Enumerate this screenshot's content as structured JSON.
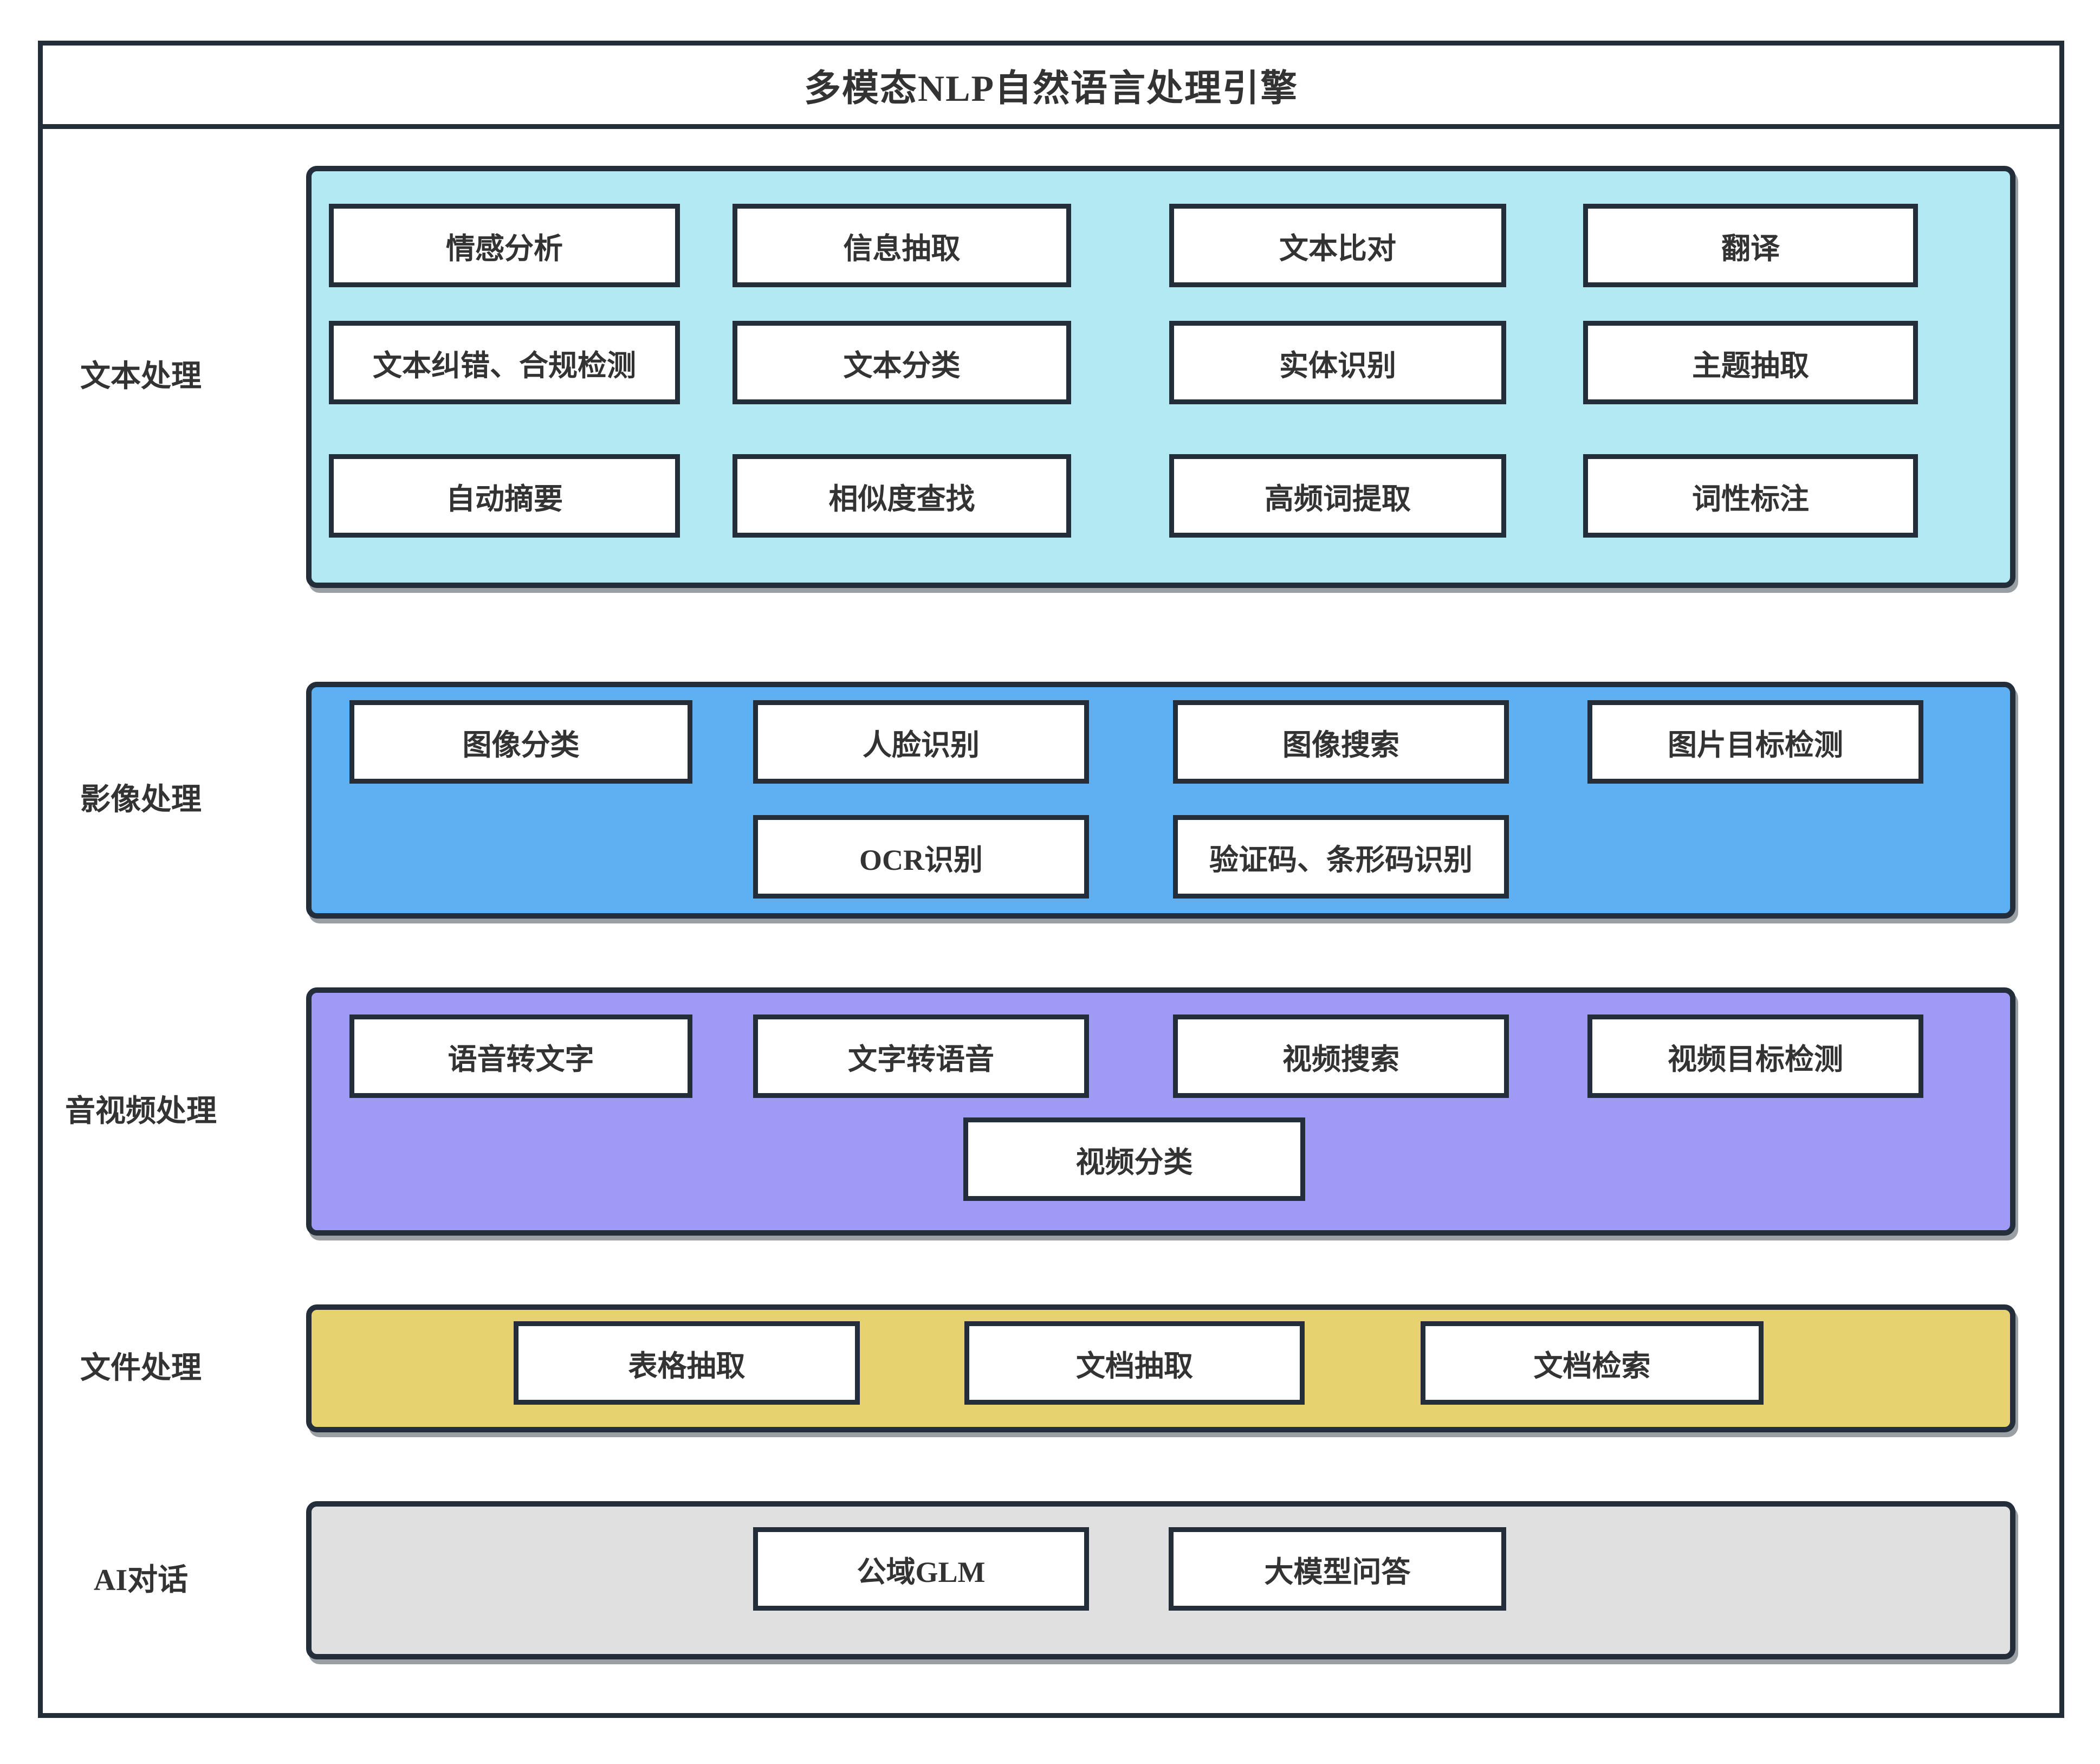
{
  "title": "多模态NLP自然语言处理引擎",
  "colors": {
    "outline": "#232e3a",
    "text": "#333333",
    "box_background": "#ffffff",
    "canvas_background": "#ffffff"
  },
  "sections": [
    {
      "label": "文本处理",
      "color": "#b2e9f2",
      "rows": [
        [
          "情感分析",
          "信息抽取",
          "文本比对",
          "翻译"
        ],
        [
          "文本纠错、合规检测",
          "文本分类",
          "实体识别",
          "主题抽取"
        ],
        [
          "自动摘要",
          "相似度查找",
          "高频词提取",
          "词性标注"
        ]
      ]
    },
    {
      "label": "影像处理",
      "color": "#5fb0f2",
      "rows": [
        [
          "图像分类",
          "人脸识别",
          "图像搜索",
          "图片目标检测"
        ],
        [
          "OCR识别",
          "验证码、条形码识别"
        ]
      ]
    },
    {
      "label": "音视频处理",
      "color": "#a09af7",
      "rows": [
        [
          "语音转文字",
          "文字转语音",
          "视频搜索",
          "视频目标检测"
        ],
        [
          "视频分类"
        ]
      ]
    },
    {
      "label": "文件处理",
      "color": "#e6d26e",
      "rows": [
        [
          "表格抽取",
          "文档抽取",
          "文档检索"
        ]
      ]
    },
    {
      "label": "AI对话",
      "color": "#e0e0e0",
      "rows": [
        [
          "公域GLM",
          "大模型问答"
        ]
      ]
    }
  ]
}
